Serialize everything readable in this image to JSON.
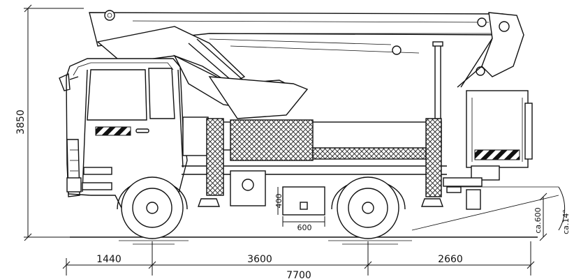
{
  "dimensions": {
    "overall_height": "3850",
    "front_overhang": "1440",
    "wheelbase": "3600",
    "rear_overhang": "2660",
    "overall_length": "7700",
    "box_width": "600",
    "box_height": "400",
    "ground_clearance": "ca.600",
    "angle": "ca.14°"
  }
}
